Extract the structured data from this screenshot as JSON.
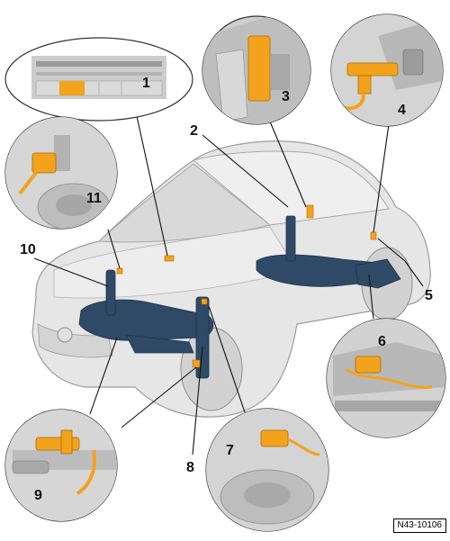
{
  "diagram": {
    "callouts": [
      {
        "id": "c1",
        "label": "1"
      },
      {
        "id": "c2",
        "label": "2"
      },
      {
        "id": "c3",
        "label": "3"
      },
      {
        "id": "c4",
        "label": "4"
      },
      {
        "id": "c5",
        "label": "5"
      },
      {
        "id": "c6",
        "label": "6"
      },
      {
        "id": "c7",
        "label": "7"
      },
      {
        "id": "c8",
        "label": "8"
      },
      {
        "id": "c9",
        "label": "9"
      },
      {
        "id": "c10",
        "label": "10"
      },
      {
        "id": "c11",
        "label": "11"
      }
    ],
    "reference_code": "N43-10106",
    "colors": {
      "component_highlight": "#F2A31B",
      "chassis": "#2F4A66",
      "car_body": "#E4E4E4",
      "detail_bg": "#CFCFCF",
      "outline": "#3A3A3A"
    }
  }
}
